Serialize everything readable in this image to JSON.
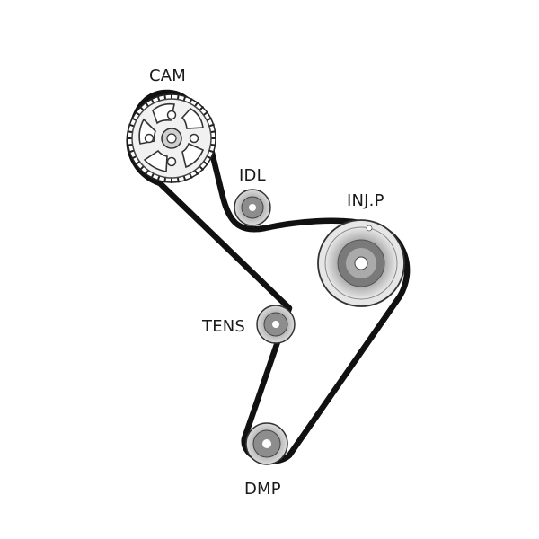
{
  "diagram": {
    "components": {
      "cam": {
        "label": "CAM"
      },
      "idl": {
        "label": "IDL"
      },
      "injp": {
        "label": "INJ.P"
      },
      "tens": {
        "label": "TENS"
      },
      "dmp": {
        "label": "DMP"
      }
    },
    "colors": {
      "belt": "#111111",
      "pulley_outer": "#d9d9d9",
      "pulley_mid": "#9a9a9a",
      "pulley_inner": "#6e6e6e",
      "hub": "#ffffff"
    }
  }
}
